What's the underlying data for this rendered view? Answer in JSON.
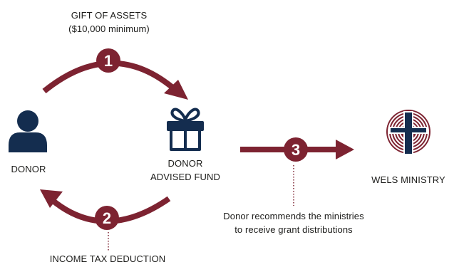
{
  "colors": {
    "arrow": "#7d2331",
    "donor_icon": "#142d4f",
    "gift_icon": "#142d4f",
    "logo_cross": "#142d4f",
    "logo_ring": "#7d2331",
    "text": "#1d1d1b",
    "dotted_line": "#7d2331"
  },
  "gift_of_assets": {
    "title": "GIFT OF ASSETS",
    "subtitle": "($10,000 minimum)"
  },
  "donor": {
    "label": "DONOR",
    "icon": "person-icon"
  },
  "fund": {
    "line1": "DONOR",
    "line2": "ADVISED FUND",
    "icon": "gift-box-icon"
  },
  "ministry": {
    "label": "WELS MINISTRY",
    "icon": "wels-cross-logo"
  },
  "steps": [
    "1",
    "2",
    "3"
  ],
  "income_tax": "INCOME TAX DEDUCTION",
  "recommendation": {
    "line1": "Donor recommends the ministries",
    "line2": "to receive grant distributions"
  }
}
